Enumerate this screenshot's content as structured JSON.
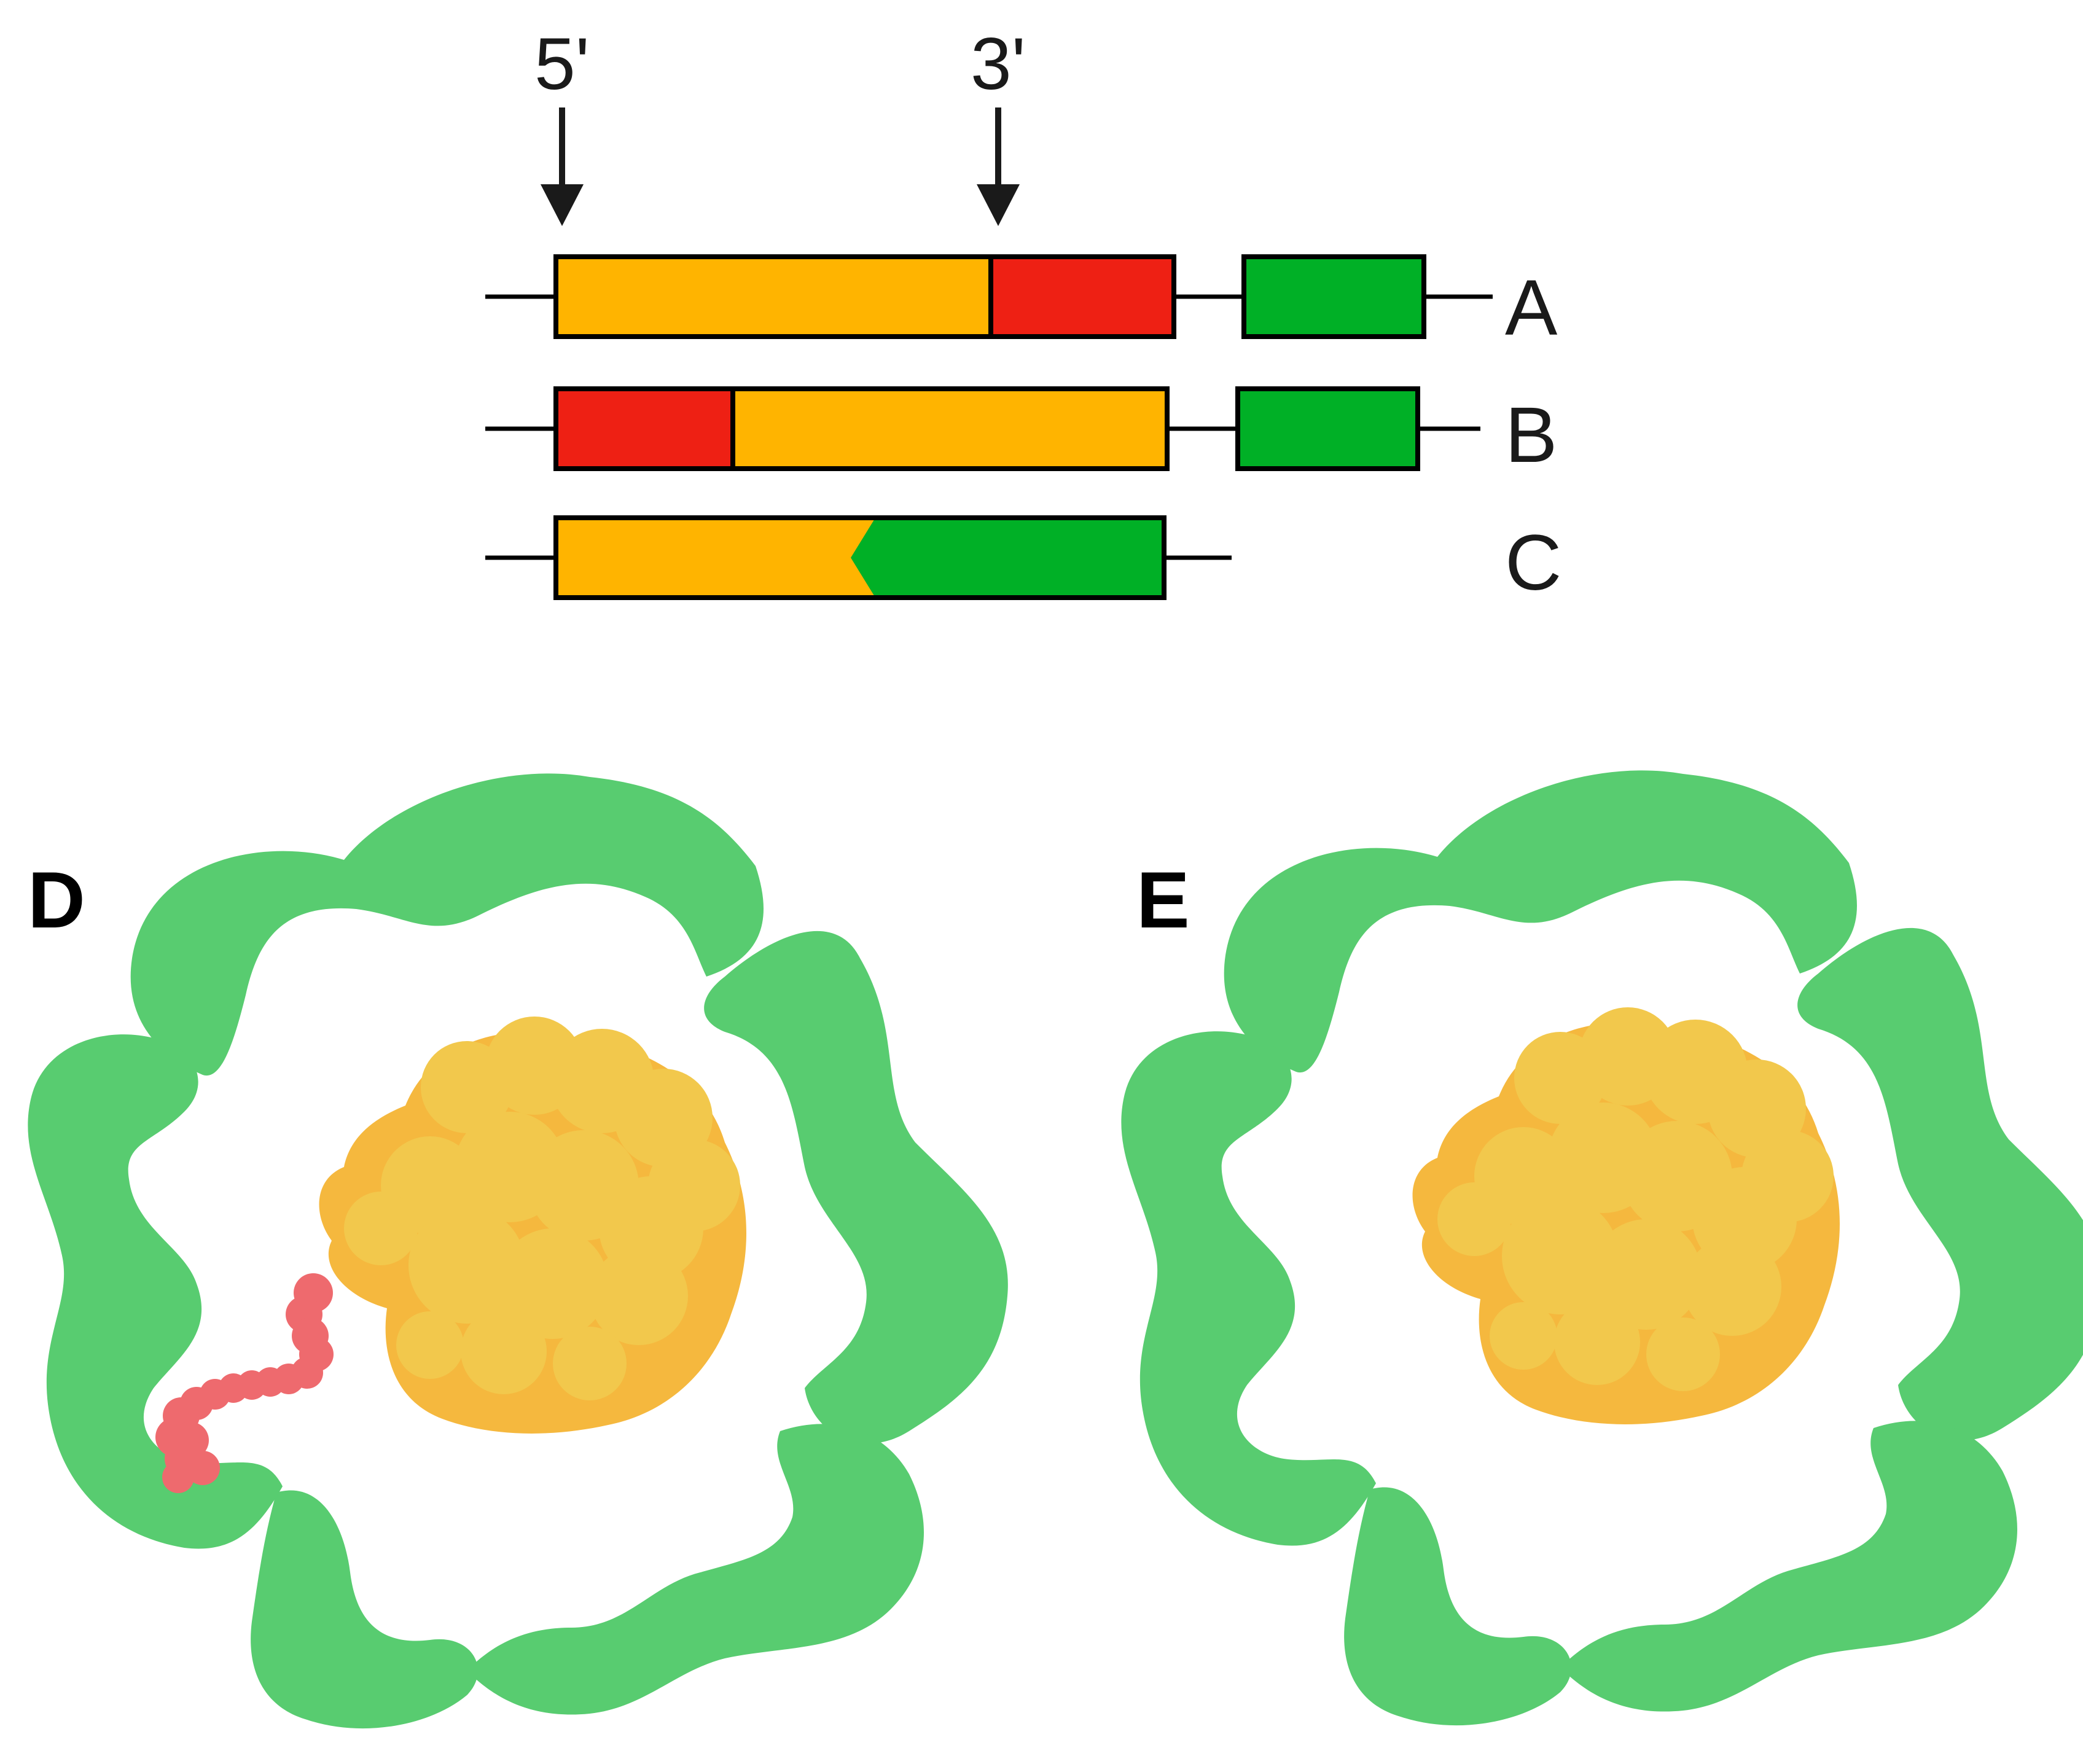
{
  "labels": {
    "five_prime": "5'",
    "three_prime": "3'",
    "row_a": "A",
    "row_b": "B",
    "row_c": "C",
    "panel_d": "D",
    "panel_e": "E"
  },
  "colors": {
    "orange_segment": "#FFB400",
    "red_segment": "#EE2014",
    "green_segment": "#00B026",
    "outline": "#000000",
    "green_ring": "#58CC70",
    "yellow_blob": "#F2C84C",
    "yellow_blob_shade": "#F5B83E",
    "red_blob": "#EE6A6E"
  },
  "icons": {
    "arrow": "arrow-down-icon"
  }
}
